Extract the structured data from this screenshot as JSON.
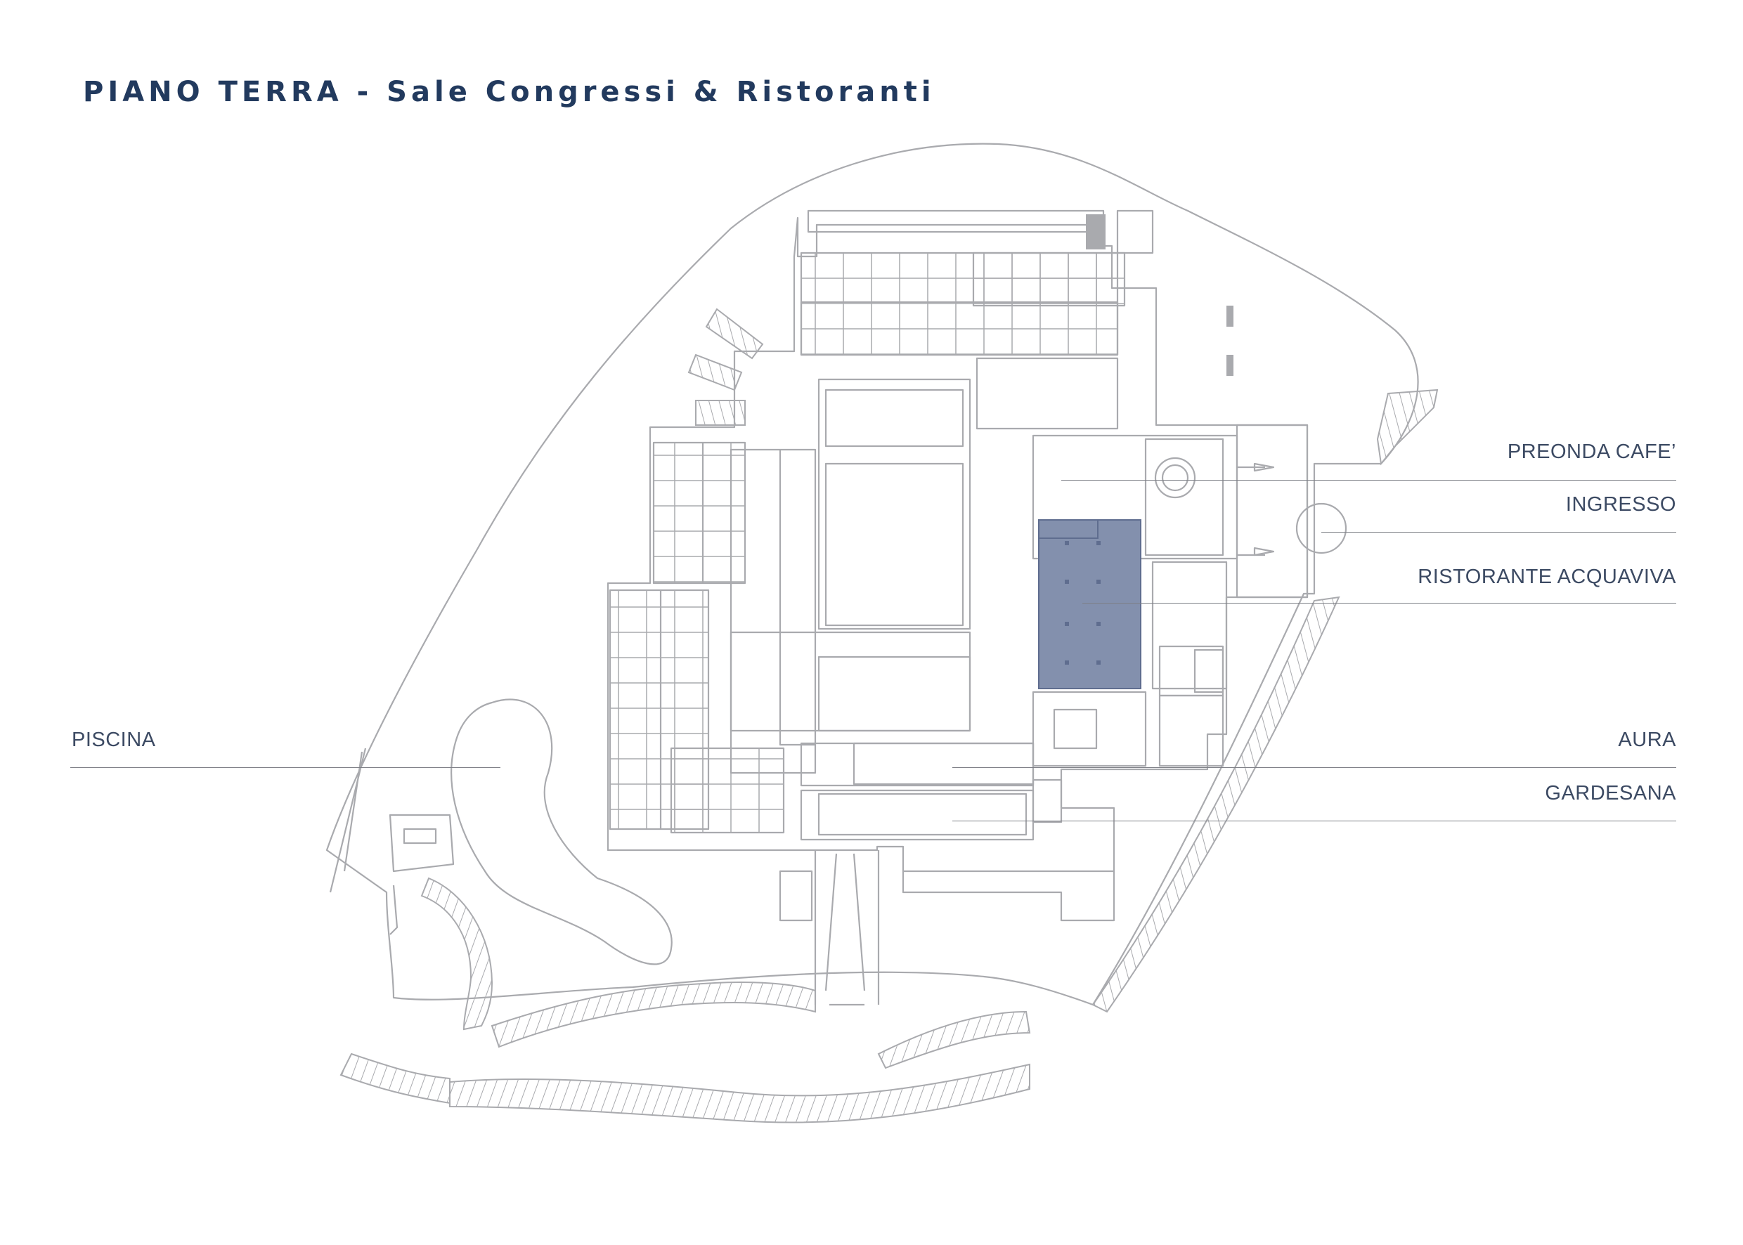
{
  "title": "PIANO TERRA - Sale Congressi & Ristoranti",
  "colors": {
    "title": "#223a5e",
    "linework": "#a9aaae",
    "highlight": "#8390ad",
    "label": "#3c4a63"
  },
  "highlighted_room": "RISTORANTE ACQUAVIVA",
  "labels": {
    "preonda": "PREONDA CAFE’",
    "ingresso": "INGRESSO",
    "acquaviva": "RISTORANTE ACQUAVIVA",
    "aura": "AURA",
    "gardesana": "GARDESANA",
    "piscina": "PISCINA"
  }
}
